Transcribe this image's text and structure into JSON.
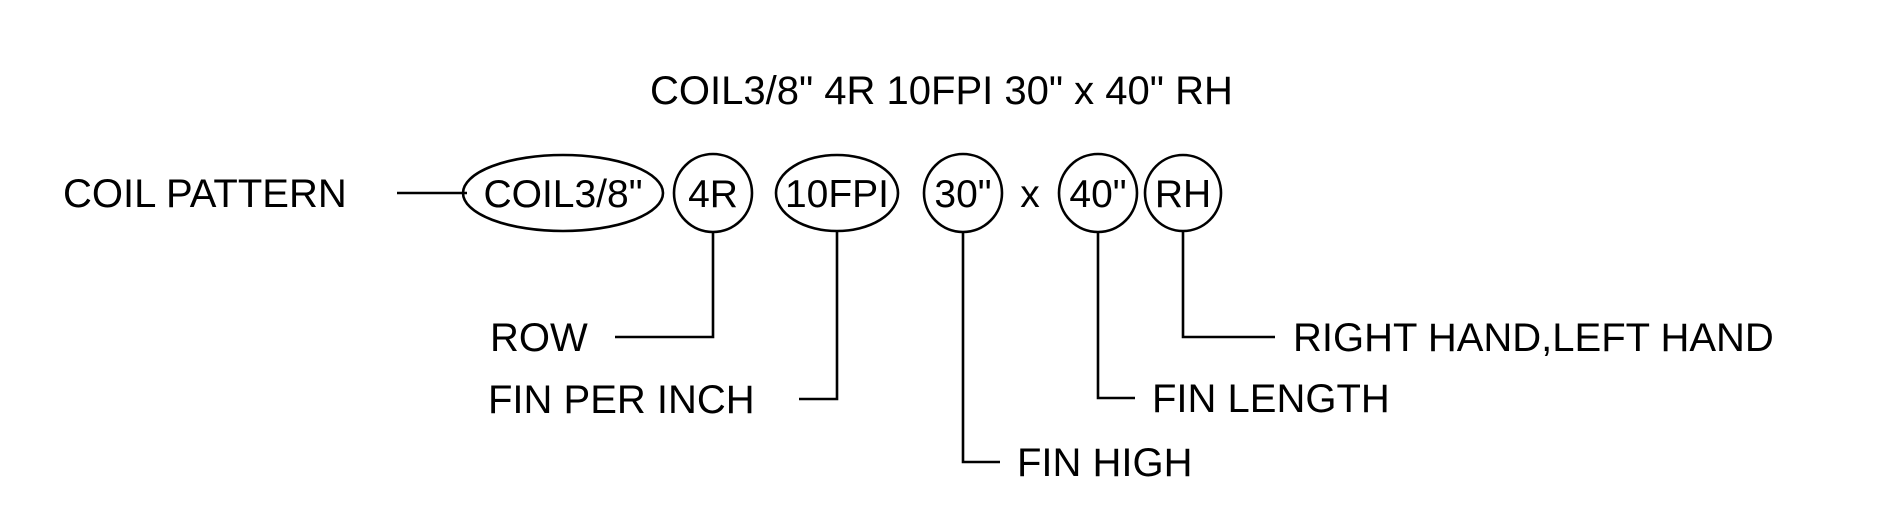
{
  "title": "COIL3/8\" 4R 10FPI 30\" x 40\" RH",
  "codes": {
    "coil": "COIL3/8\"",
    "row": "4R",
    "fpi": "10FPI",
    "height": "30\"",
    "times": "x",
    "length": "40\"",
    "hand": "RH"
  },
  "labels": {
    "coil_pattern": "COIL PATTERN",
    "row": "ROW",
    "fin_per_inch": "FIN PER INCH",
    "fin_high": "FIN HIGH",
    "fin_length": "FIN LENGTH",
    "hand": "RIGHT HAND,LEFT HAND"
  }
}
